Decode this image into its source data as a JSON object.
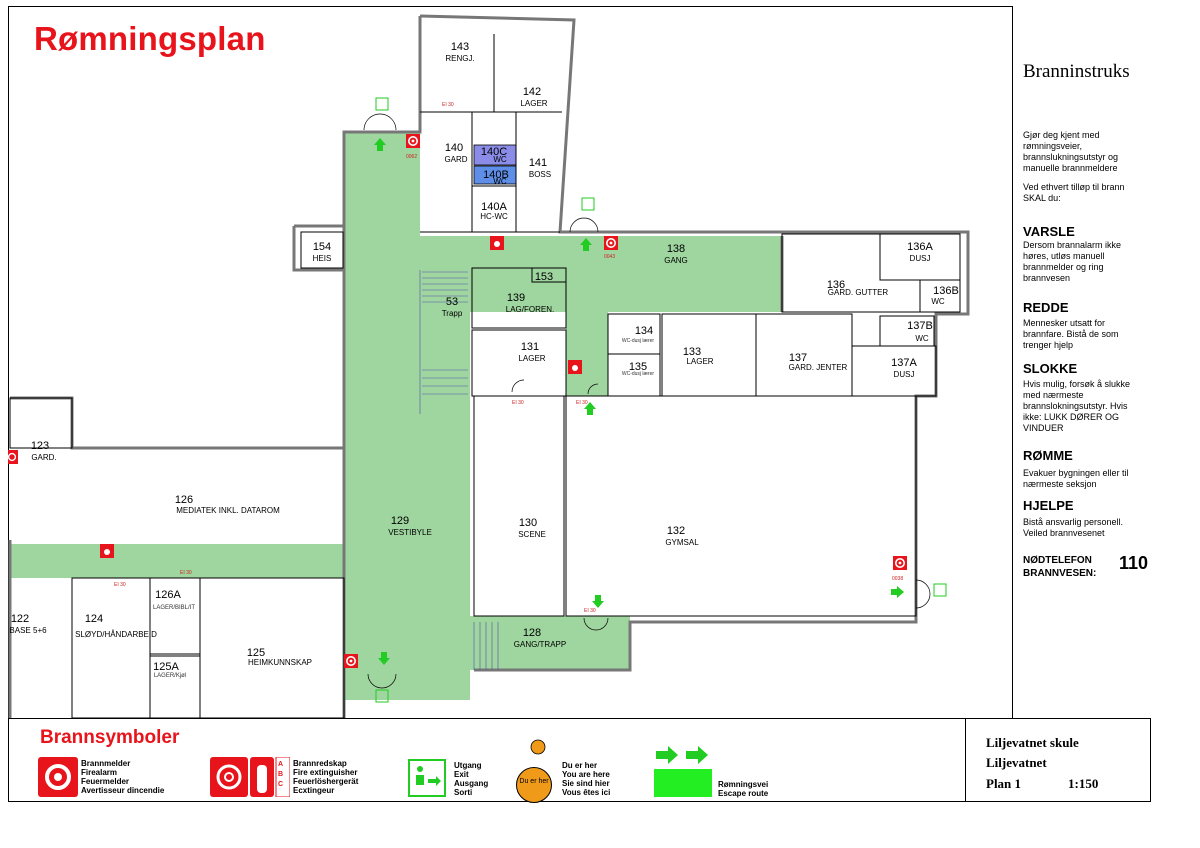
{
  "title": "Rømningsplan",
  "panel": {
    "heading": "Branninstruks",
    "intro": "Gjør deg kjent med rømningsveier, brannslukningsutstyr og manuelle brannmeldere",
    "intro2": "Ved ethvert tilløp til brann SKAL du:",
    "sections": [
      {
        "head": "VARSLE",
        "text": "Dersom brannalarm ikke høres, utløs manuell brannmelder og ring brannvesen"
      },
      {
        "head": "REDDE",
        "text": "Mennesker utsatt for brannfare. Bistå de som trenger hjelp"
      },
      {
        "head": "SLOKKE",
        "text": "Hvis mulig, forsøk å slukke med nærmeste brannslokningsutstyr. Hvis ikke: LUKK DØRER OG VINDUER"
      },
      {
        "head": "RØMME",
        "text": "Evakuer bygningen eller til nærmeste seksjon"
      },
      {
        "head": "HJELPE",
        "text": "Bistå ansvarlig personell. Veiled brannvesenet"
      }
    ],
    "emergency_label_1": "NØDTELEFON",
    "emergency_label_2": "BRANNVESEN:",
    "emergency_number": "110"
  },
  "legend": {
    "title": "Brannsymboler",
    "melder": [
      "Brannmelder",
      "Firealarm",
      "Feuermelder",
      "Avertisseur dincendie"
    ],
    "skap": [
      "Brannredskap",
      "Fire extinguisher",
      "Feuerlöshergerät",
      "Ecxtingeur"
    ],
    "skap_letters": [
      "A",
      "B",
      "C"
    ],
    "utgang": [
      "Utgang",
      "Exit",
      "Ausgang",
      "Sorti"
    ],
    "du_er_her": [
      "Du er her",
      "You are here",
      "Sie sind hier",
      "Vous êtes ici"
    ],
    "du_badge": "Du er her",
    "rvei": [
      "Rømningsvei",
      "Escape route"
    ]
  },
  "info": {
    "school": "Liljevatnet skule",
    "place": "Liljevatnet",
    "plan": "Plan 1",
    "scale": "1:150"
  },
  "colors": {
    "escape_green": "#9fd59f",
    "wc_blue": "#8a8ce8",
    "alarm_red": "#e8141b",
    "arrow_green": "#22cc22"
  },
  "rooms": [
    {
      "num": "143",
      "name": "RENGJ."
    },
    {
      "num": "142",
      "name": "LAGER"
    },
    {
      "num": "140",
      "name": "GARD"
    },
    {
      "num": "140C",
      "name": "WC"
    },
    {
      "num": "140B",
      "name": "WC"
    },
    {
      "num": "141",
      "name": "BOSS"
    },
    {
      "num": "140A",
      "name": "HC-WC"
    },
    {
      "num": "154",
      "name": "HEIS"
    },
    {
      "num": "53",
      "name": "Trapp"
    },
    {
      "num": "153",
      "name": ""
    },
    {
      "num": "139",
      "name": "LAG/FOREN."
    },
    {
      "num": "138",
      "name": "GANG"
    },
    {
      "num": "136A",
      "name": "DUSJ"
    },
    {
      "num": "136",
      "name": "GARD. GUTTER"
    },
    {
      "num": "136B",
      "name": "WC"
    },
    {
      "num": "134",
      "name": "WC-dusj lærer"
    },
    {
      "num": "135",
      "name": "WC-dusj lærer"
    },
    {
      "num": "133",
      "name": "LAGER"
    },
    {
      "num": "137",
      "name": "GARD. JENTER"
    },
    {
      "num": "137B",
      "name": "WC"
    },
    {
      "num": "137A",
      "name": "DUSJ"
    },
    {
      "num": "131",
      "name": "LAGER"
    },
    {
      "num": "123",
      "name": "GARD."
    },
    {
      "num": "126",
      "name": "MEDIATEK INKL. DATAROM"
    },
    {
      "num": "129",
      "name": "VESTIBYLE"
    },
    {
      "num": "130",
      "name": "SCENE"
    },
    {
      "num": "132",
      "name": "GYMSAL"
    },
    {
      "num": "122",
      "name": "BASE 5+6"
    },
    {
      "num": "124",
      "name": "SLØYD/HÅNDARBEID"
    },
    {
      "num": "126A",
      "name": "LAGER/BIBL/IT"
    },
    {
      "num": "125",
      "name": "HEIMKUNNSKAP"
    },
    {
      "num": "125A",
      "name": "LAGER/Kjøl"
    },
    {
      "num": "128",
      "name": "GANG/TRAPP"
    }
  ],
  "codes": [
    "0062",
    "0043",
    "0038",
    "EI 30"
  ]
}
